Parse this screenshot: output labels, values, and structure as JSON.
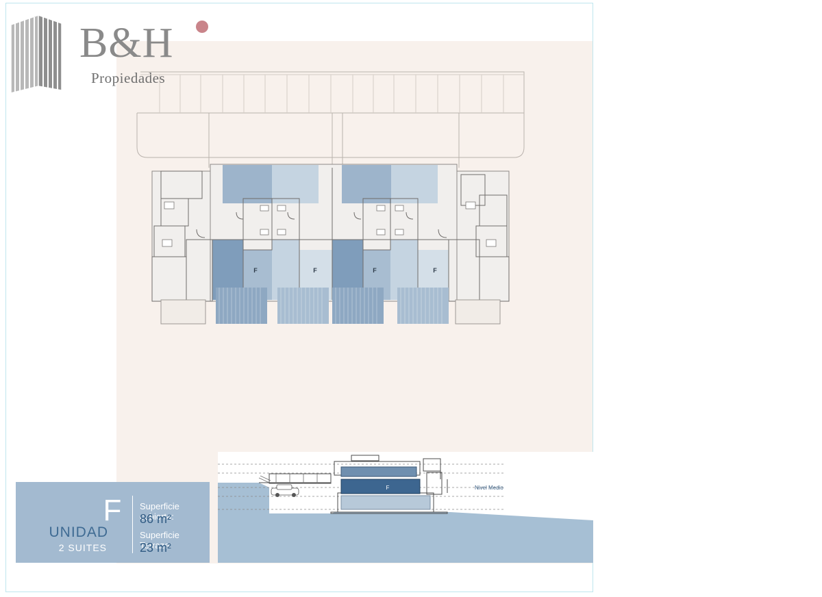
{
  "brand": {
    "name": "B&H",
    "subtitle": "Propiedades"
  },
  "plan": {
    "unit_labels": [
      "F",
      "F",
      "F",
      "F"
    ]
  },
  "unit_info": {
    "letter": "F",
    "unidad_label": "UNIDAD",
    "suites_label": "2 SUITES",
    "covered_label": "Superficie cubierta:",
    "covered_value": "86 m²",
    "terrace_label": "Superficie Terraza:",
    "terrace_value": "23 m²"
  },
  "section": {
    "unit_label": "F",
    "level_label": "Nivel Medio"
  },
  "colors": {
    "beige_background": "#f8f1ec",
    "highlight_unit": "#5d7fa6",
    "secondary_unit": "#b7c9d9",
    "info_panel": "#a3bad0",
    "frame_border": "#bfe6ee",
    "brand_dot": "#c9848a"
  }
}
